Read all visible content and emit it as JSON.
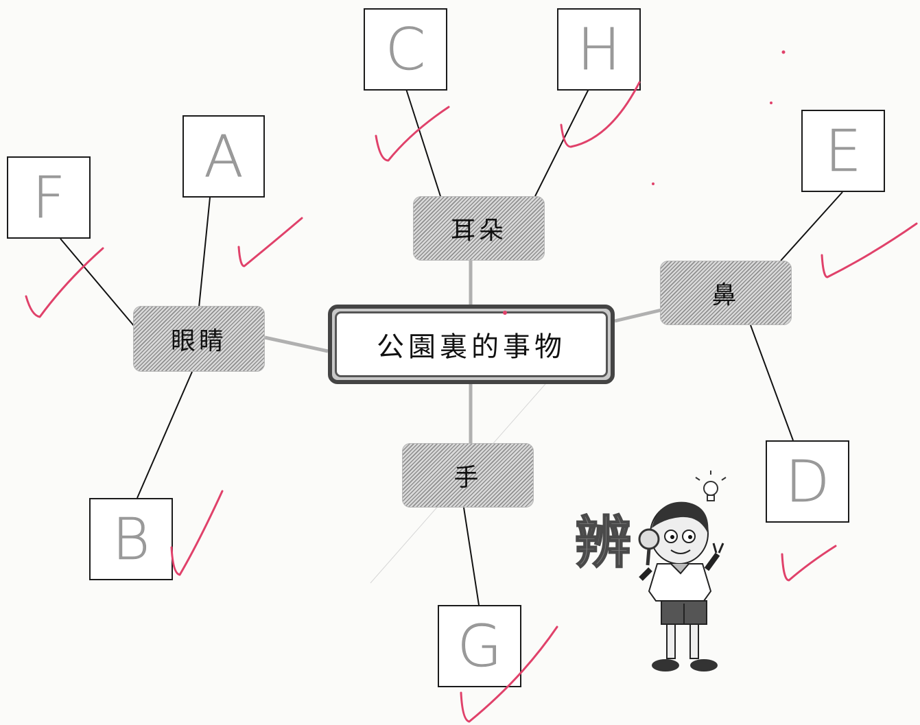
{
  "center": {
    "label": "公園裏的事物"
  },
  "nodes": {
    "eyes": "眼睛",
    "ears": "耳朵",
    "nose": "鼻",
    "hands": "手"
  },
  "boxes": {
    "f": "F",
    "a": "A",
    "b": "B",
    "c": "C",
    "h": "H",
    "e": "E",
    "d": "D",
    "g": "G"
  },
  "mascot": {
    "label": "辨"
  },
  "colors": {
    "check": "#e0416a",
    "line": "#111111",
    "connector": "#b0b0b0"
  }
}
